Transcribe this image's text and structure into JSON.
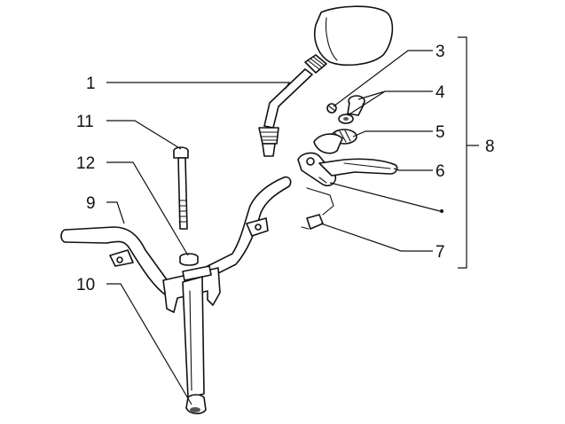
{
  "callouts": [
    {
      "id": "1",
      "label": "1"
    },
    {
      "id": "2",
      "label": "3"
    },
    {
      "id": "3",
      "label": "4"
    },
    {
      "id": "4",
      "label": "5"
    },
    {
      "id": "5",
      "label": "6"
    },
    {
      "id": "6",
      "label": "7"
    },
    {
      "id": "7",
      "label": "8"
    },
    {
      "id": "8",
      "label": "9"
    },
    {
      "id": "9",
      "label": "10"
    },
    {
      "id": "10",
      "label": "11"
    },
    {
      "id": "11",
      "label": "12"
    }
  ],
  "colors": {
    "line": "#111111",
    "background": "#ffffff",
    "shade": "#555555"
  }
}
